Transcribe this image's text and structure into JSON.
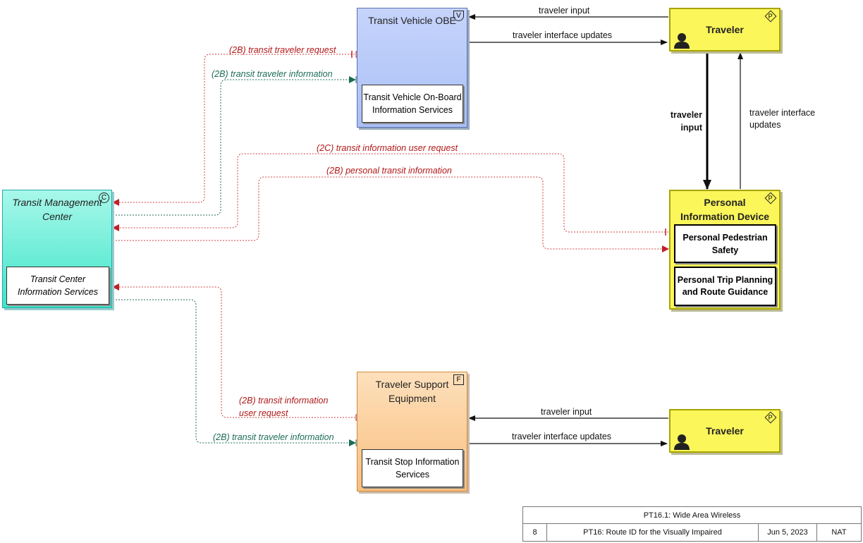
{
  "elements": {
    "transit_vehicle_obe": {
      "title": "Transit Vehicle OBE",
      "inner": "Transit Vehicle On-Board Information Services",
      "badge": "V"
    },
    "transit_management_center": {
      "title": "Transit Management Center",
      "inner": "Transit Center Information Services",
      "badge": "C"
    },
    "traveler_support_equipment": {
      "title": "Traveler Support Equipment",
      "inner": "Transit Stop Information Services",
      "badge": "F"
    },
    "traveler_top": {
      "title": "Traveler",
      "badge": "P"
    },
    "traveler_bottom": {
      "title": "Traveler",
      "badge": "P"
    },
    "personal_information_device": {
      "title": "Personal Information Device",
      "inner1": "Personal Pedestrian Safety",
      "inner2": "Personal Trip Planning and Route Guidance",
      "badge": "P"
    }
  },
  "flows": {
    "obe_traveler_input": "traveler input",
    "obe_traveler_updates": "traveler interface updates",
    "obe_request": "(2B) transit traveler request",
    "obe_information": "(2B) transit traveler information",
    "pid_user_request": "(2C) transit information user request",
    "pid_personal_info": "(2B) personal transit information",
    "pid_traveler_input": "traveler input",
    "pid_traveler_updates": "traveler interface updates",
    "tse_user_request": "(2B) transit information user request",
    "tse_information": "(2B) transit traveler information",
    "tse_traveler_input": "traveler input",
    "tse_traveler_updates": "traveler interface updates"
  },
  "legend": {
    "title": "PT16.1: Wide Area Wireless",
    "number": "8",
    "name": "PT16: Route ID for the Visually Impaired",
    "date": "Jun 5, 2023",
    "region": "NAT"
  },
  "colors": {
    "flow_red": "#c0392b",
    "flow_teal": "#1c6b57",
    "obe_fill": "#b7c9f8",
    "tmc_fill": "#5eecd2",
    "tse_fill": "#fcc98f",
    "traveler_fill": "#fbf65a"
  }
}
